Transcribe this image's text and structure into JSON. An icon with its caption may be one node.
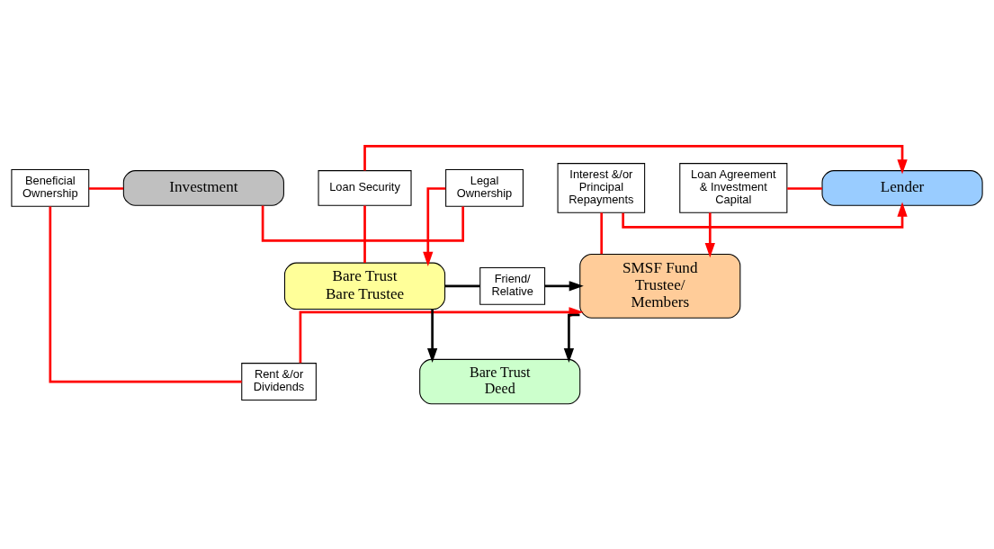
{
  "diagram": {
    "nodes": [
      {
        "text": [
          "Lender"
        ]
      },
      {
        "text": [
          "Interest &/or Principal Repayments"
        ]
      },
      {
        "text": [
          "Loan Security"
        ]
      },
      {
        "text": [
          "Investment"
        ]
      },
      {
        "text": [
          "Beneficial Ownership"
        ]
      },
      {
        "text": [
          "Legal Ownership"
        ]
      },
      {
        "text": [
          "Rent &/or Dividends"
        ]
      },
      {
        "text": [
          "Loan Agreement & Investment Capital"
        ]
      },
      {
        "text": [
          "Bare Trust Deed"
        ]
      },
      {
        "text": [
          "SMSF Fund Trustee/ Members"
        ]
      },
      {
        "text": [
          "Friend/ Relative"
        ]
      },
      {
        "text": [
          "Bare Trust Bare Trustee"
        ]
      }
    ],
    "edges": [
      {
        "from": 7,
        "to": 0,
        "arrow": "none"
      },
      {
        "from": 1,
        "to": 0,
        "arrow": "to"
      },
      {
        "from": 2,
        "to": 0,
        "arrow": "to"
      },
      {
        "from": 9,
        "to": 1,
        "arrow": "none"
      },
      {
        "from": 11,
        "to": 2,
        "arrow": "none"
      },
      {
        "from": 4,
        "to": 3,
        "arrow": "none"
      },
      {
        "from": 3,
        "to": 5,
        "arrow": "none"
      },
      {
        "from": 4,
        "to": 6,
        "arrow": "none"
      },
      {
        "from": 7,
        "to": 9,
        "arrow": "to"
      },
      {
        "from": 6,
        "to": 9,
        "arrow": "to"
      },
      {
        "from": 5,
        "to": 11,
        "arrow": "to"
      },
      {
        "from": 9,
        "to": 8,
        "arrow": "to",
        "color": "#000000"
      },
      {
        "from": 11,
        "to": 8,
        "arrow": "to",
        "color": "#000000"
      },
      {
        "from": 11,
        "to": 10,
        "arrow": "none",
        "color": "#000000"
      },
      {
        "from": 10,
        "to": 9,
        "arrow": "to",
        "color": "#000000"
      }
    ]
  }
}
